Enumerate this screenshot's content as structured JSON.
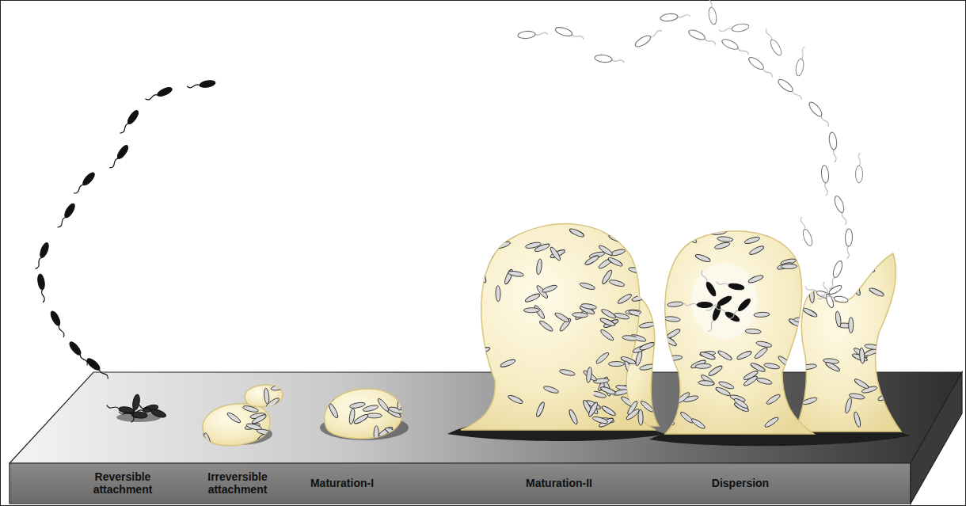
{
  "diagram": {
    "labels": [
      "Reversible attachment",
      "Irreversible attachment",
      "Maturation-I",
      "Maturation-II",
      "Dispersion"
    ]
  }
}
